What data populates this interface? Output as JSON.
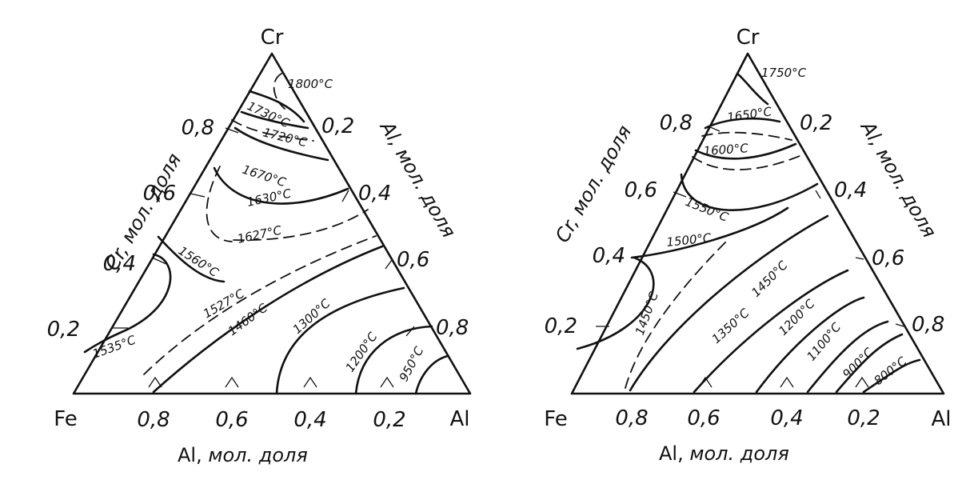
{
  "diagrams": [
    {
      "vertices": {
        "top": "Cr",
        "left": "Fe",
        "right": "Al"
      },
      "left_axis_title": "Cr, мол. доля",
      "right_axis_title": "Al, мол. доля",
      "bottom_axis_title_element": "Al,",
      "bottom_axis_title_rest": "мол. доля",
      "left_ticks": [
        "0,2",
        "0,4",
        "0,6",
        "0,8"
      ],
      "right_ticks": [
        "0,2",
        "0,4",
        "0,6",
        "0,8"
      ],
      "bottom_ticks": [
        "0,8",
        "0,6",
        "0,4",
        "0,2"
      ],
      "isotherm_labels": [
        "1800°C",
        "1730°C",
        "1720°C",
        "1670°C",
        "1630°C",
        "1627°C",
        "1560°C",
        "1527°C",
        "1460°C",
        "1535°C",
        "1300°C",
        "1200°C",
        "950°C"
      ]
    },
    {
      "vertices": {
        "top": "Cr",
        "left": "Fe",
        "right": "Al"
      },
      "left_axis_title": "Cr, мол. доля",
      "right_axis_title": "Al, мол. доля",
      "bottom_axis_title_element": "Al,",
      "bottom_axis_title_rest": "мол. доля",
      "left_ticks": [
        "0,2",
        "0,4",
        "0,6",
        "0,8"
      ],
      "right_ticks": [
        "0,2",
        "0,4",
        "0,6",
        "0,8"
      ],
      "bottom_ticks": [
        "0,8",
        "0,6",
        "0,4",
        "0,2"
      ],
      "isotherm_labels": [
        "1750°C",
        "1650°C",
        "1600°C",
        "1550°C",
        "1500°C",
        "1450°C",
        "1450°C",
        "1350°C",
        "1200°C",
        "1100°C",
        "900°C",
        "800°C"
      ]
    }
  ]
}
